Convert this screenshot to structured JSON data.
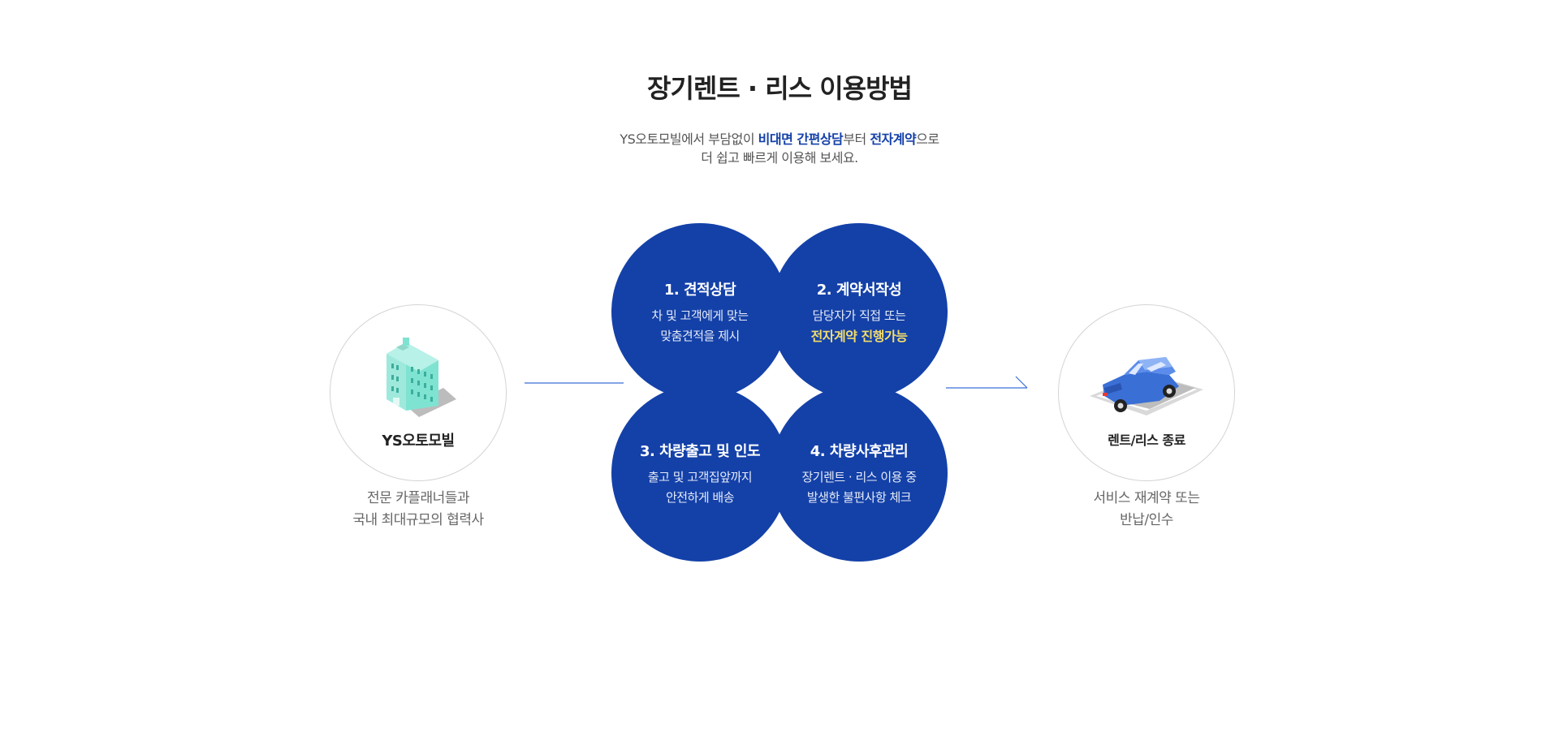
{
  "header": {
    "title": "장기렌트 · 리스 이용방법",
    "subtitle_line1_prefix": "YS오토모빌에서 부담없이 ",
    "subtitle_line1_hl1": "비대면 간편상담",
    "subtitle_line1_mid": "부터 ",
    "subtitle_line1_hl2": "전자계약",
    "subtitle_line1_suffix": "으로",
    "subtitle_line2": "더 쉽고 빠르게 이용해 보세요."
  },
  "start": {
    "label": "YS오토모빌",
    "desc_line1": "전문 카플래너들과",
    "desc_line2": "국내 최대규모의 협력사"
  },
  "steps": [
    {
      "title": "1. 견적상담",
      "desc_line1": "차 및 고객에게 맞는",
      "desc_line2": "맞춤견적을 제시"
    },
    {
      "title": "2. 계약서작성",
      "desc_line1": "담당자가 직접 또는",
      "desc_line2": "전자계약 진행가능"
    },
    {
      "title": "3. 차량출고 및 인도",
      "desc_line1": "출고 및 고객집앞까지",
      "desc_line2": "안전하게 배송"
    },
    {
      "title": "4. 차량사후관리",
      "desc_line1": "장기렌트 · 리스 이용 중",
      "desc_line2": "발생한 불편사항 체크"
    }
  ],
  "end": {
    "label": "렌트/리스 종료",
    "desc_line1": "서비스 재계약 또는",
    "desc_line2": "반납/인수"
  },
  "icons": {
    "start": "building-icon",
    "end": "car-icon"
  },
  "colors": {
    "accent": "#1441a8",
    "highlight": "#f3dd6b",
    "building": "#7fe3d2",
    "car": "#3a6fd6"
  }
}
